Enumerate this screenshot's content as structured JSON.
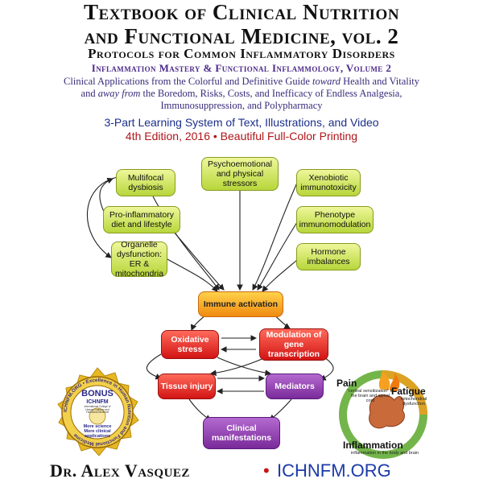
{
  "cover": {
    "title_line1": "Textbook of Clinical Nutrition",
    "title_line2": "and Functional Medicine, vol. 2",
    "subtitle": "Protocols for Common Inflammatory Disorders",
    "series": "Inflammation Mastery & Functional Inflammology, Volume 2",
    "desc_a": "Clinical Applications from the Colorful and Definitive Guide ",
    "desc_b": "toward",
    "desc_c": " Health and Vitality",
    "desc_d": "and ",
    "desc_e": "away from",
    "desc_f": " the Boredom, Risks, Costs, and Inefficacy of Endless Analgesia,",
    "desc_g": "Immunosuppression, and Polypharmacy",
    "learning": "3-Part Learning System of Text, Illustrations, and Video",
    "edition": "4th Edition, 2016 • Beautiful Full-Color Printing"
  },
  "diagram": {
    "multifocal": "Multifocal dysbiosis",
    "psycho": "Psychoemotional and physical stressors",
    "xeno": "Xenobiotic immunotoxicity",
    "proinf": "Pro-inflammatory diet and lifestyle",
    "phenotype": "Phenotype immunomodulation",
    "organelle": "Organelle dysfunction: ER & mitochondria",
    "hormone": "Hormone imbalances",
    "immune": "Immune activation",
    "oxidative": "Oxidative stress",
    "gene": "Modulation of gene transcription",
    "tissue": "Tissue injury",
    "mediators": "Mediators",
    "clinical": "Clinical manifestations"
  },
  "badge": {
    "ring_text": "ICHNFM.ORG • Excellence in Human Nutrition and Functional Medicine",
    "bonus": "BONUS",
    "org": "ICHNFM",
    "org_full": "International College of Human Nutrition and Functional Medicine",
    "more1": "More science",
    "more2": "More clinical",
    "more3": "applications"
  },
  "pain_graphic": {
    "pain": "Pain",
    "pain_sub": "\"central sensitization\" in the brain and spinal cord",
    "fatigue": "Fatigue",
    "fatigue_sub": "mitochondrial dysfunction",
    "inflammation": "Inflammation",
    "inflammation_sub": "inflammation in the body and brain"
  },
  "footer": {
    "author": "Dr. Alex Vasquez",
    "bullet": "•",
    "site": "ICHNFM.ORG"
  },
  "colors": {
    "title": "#111111",
    "series": "#4b2a8a",
    "learning": "#1b2f8a",
    "edition": "#b0141a",
    "site": "#1b3aa8"
  }
}
